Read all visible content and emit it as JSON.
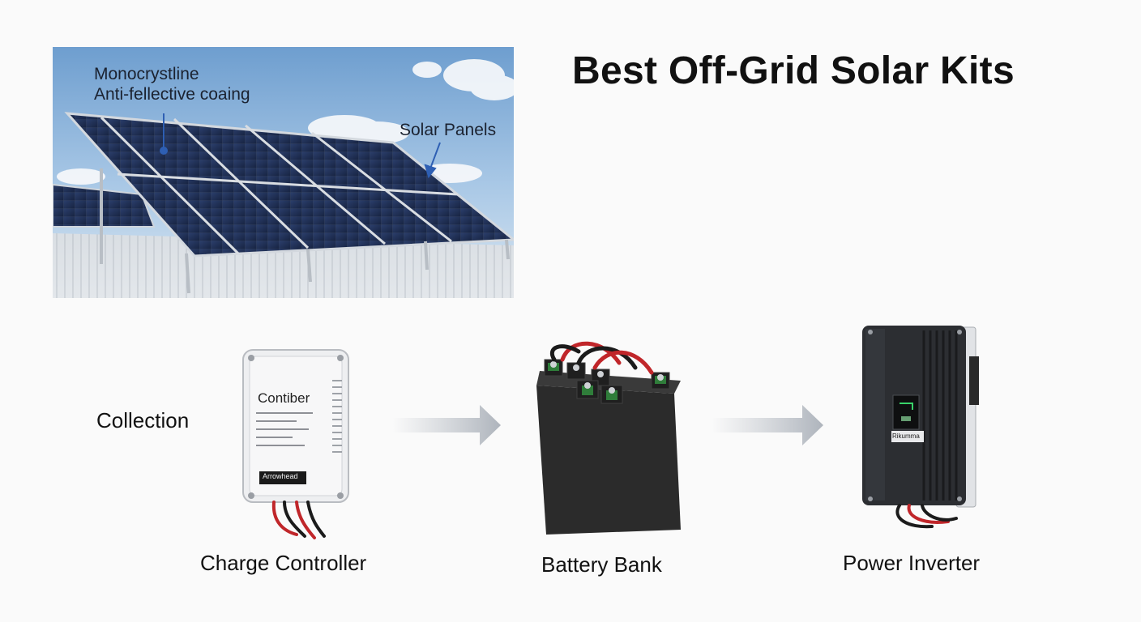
{
  "title": "Best Off-Grid Solar Kits",
  "photo": {
    "annotation_line1": "Monocrystline",
    "annotation_line2": "Anti-fellective coaing",
    "panels_label": "Solar Panels"
  },
  "flow": {
    "collection_label": "Collection",
    "stages": [
      {
        "label": "Charge Controller",
        "device_text": "Contiber",
        "device_panel_text": "Arrowhead"
      },
      {
        "label": "Battery Bank"
      },
      {
        "label": "Power Inverter",
        "device_badge_text": "Rikumma"
      }
    ]
  },
  "colors": {
    "sky_top": "#6d9dcf",
    "sky_bottom": "#cfe1f1",
    "panel_cell": "#1f2f55",
    "panel_frame": "#c9cfd6",
    "arrow": "#b9bec6",
    "battery_body": "#2a2a2a",
    "inverter_body": "#2b2d31",
    "cable_red": "#c0262a"
  }
}
